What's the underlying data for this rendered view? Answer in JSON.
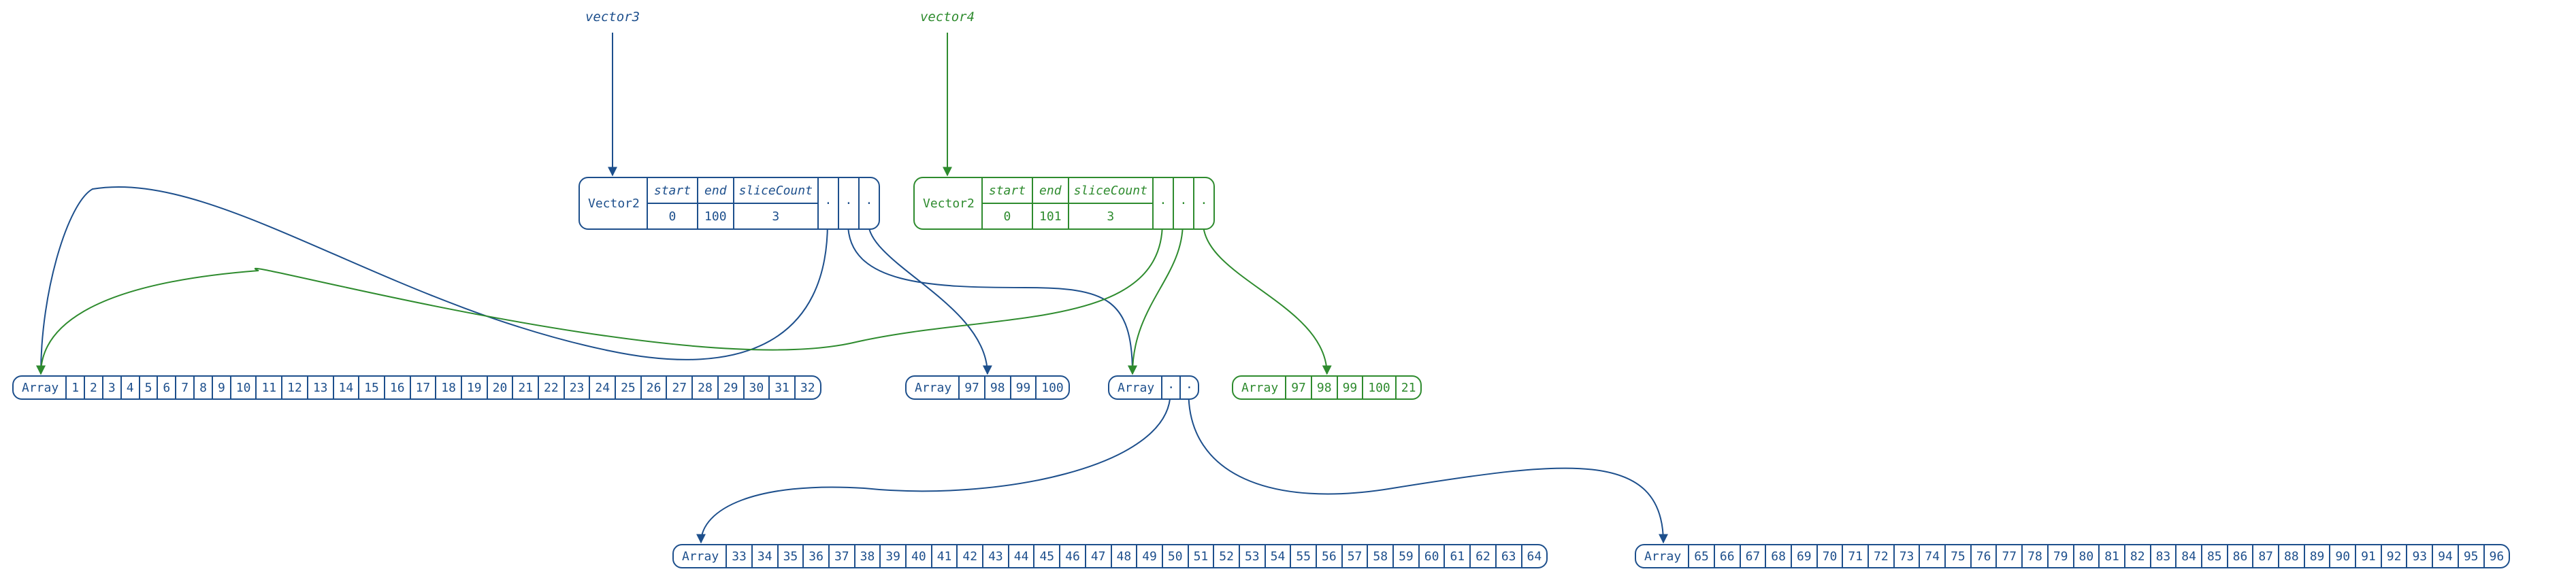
{
  "colors": {
    "blue": "#1d4f8c",
    "green": "#2e8b2e"
  },
  "labels": {
    "vector3": "vector3",
    "vector4": "vector4"
  },
  "vec3": {
    "type": "Vector2",
    "headers": [
      "start",
      "end",
      "sliceCount"
    ],
    "values": [
      "0",
      "100",
      "3"
    ],
    "pointers": [
      "·",
      "·",
      "·"
    ]
  },
  "vec4": {
    "type": "Vector2",
    "headers": [
      "start",
      "end",
      "sliceCount"
    ],
    "values": [
      "0",
      "101",
      "3"
    ],
    "pointers": [
      "·",
      "·",
      "·"
    ]
  },
  "array_a": {
    "type": "Array",
    "items": [
      "1",
      "2",
      "3",
      "4",
      "5",
      "6",
      "7",
      "8",
      "9",
      "10",
      "11",
      "12",
      "13",
      "14",
      "15",
      "16",
      "17",
      "18",
      "19",
      "20",
      "21",
      "22",
      "23",
      "24",
      "25",
      "26",
      "27",
      "28",
      "29",
      "30",
      "31",
      "32"
    ]
  },
  "array_b": {
    "type": "Array",
    "items": [
      "97",
      "98",
      "99",
      "100"
    ]
  },
  "array_c": {
    "type": "Array",
    "items": [
      "·",
      "·"
    ]
  },
  "array_d": {
    "type": "Array",
    "items": [
      "97",
      "98",
      "99",
      "100",
      "21"
    ]
  },
  "array_e": {
    "type": "Array",
    "items": [
      "33",
      "34",
      "35",
      "36",
      "37",
      "38",
      "39",
      "40",
      "41",
      "42",
      "43",
      "44",
      "45",
      "46",
      "47",
      "48",
      "49",
      "50",
      "51",
      "52",
      "53",
      "54",
      "55",
      "56",
      "57",
      "58",
      "59",
      "60",
      "61",
      "62",
      "63",
      "64"
    ]
  },
  "array_f": {
    "type": "Array",
    "items": [
      "65",
      "66",
      "67",
      "68",
      "69",
      "70",
      "71",
      "72",
      "73",
      "74",
      "75",
      "76",
      "77",
      "78",
      "79",
      "80",
      "81",
      "82",
      "83",
      "84",
      "85",
      "86",
      "87",
      "88",
      "89",
      "90",
      "91",
      "92",
      "93",
      "94",
      "95",
      "96"
    ]
  }
}
